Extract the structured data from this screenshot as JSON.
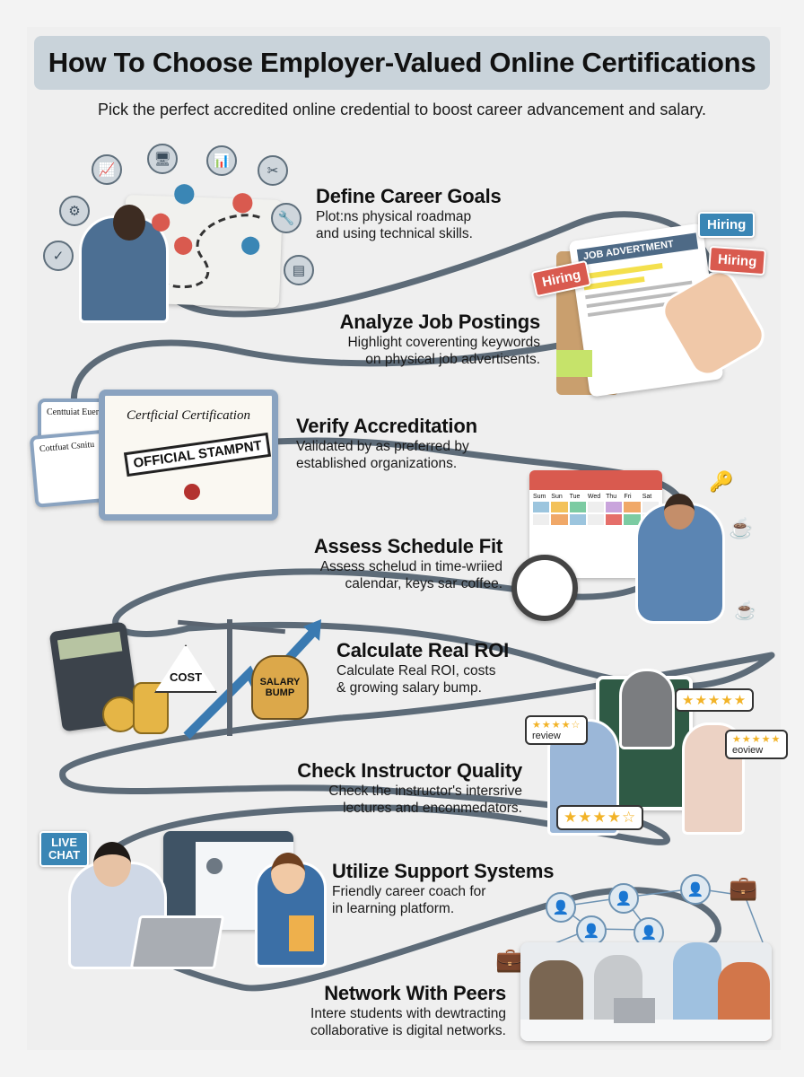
{
  "header": {
    "title": "How To Choose Employer-Valued Online Certifications",
    "subtitle": "Pick the perfect accredited online credential to boost career advancement and salary."
  },
  "colors": {
    "title_bar": "#c9d3da",
    "path": "#5d6b78",
    "accent_red": "#d95a4f",
    "accent_blue": "#3a86b5",
    "background": "#efefef"
  },
  "steps": [
    {
      "title": "Define Career Goals",
      "line1": "Plot:ns physical roadmap",
      "line2": "and using technical skills."
    },
    {
      "title": "Analyze Job Postings",
      "line1": "Highlight coverenting keywords",
      "line2": "on physical job advertisents."
    },
    {
      "title": "Verify Accreditation",
      "line1": "Validated by as preferred by",
      "line2": "established organizations."
    },
    {
      "title": "Assess Schedule Fit",
      "line1": "Assess schelud in time-wriied",
      "line2": "calendar, keys sar coffee."
    },
    {
      "title": "Calculate Real ROI",
      "line1": "Calculate Real ROI, costs",
      "line2": "& growing salary bump."
    },
    {
      "title": "Check Instructor Quality",
      "line1": "Check the instructor's intersrive",
      "line2": "lectures and enconmedators."
    },
    {
      "title": "Utilize Support Systems",
      "line1": "Friendly career coach for",
      "line2": "in learning platform."
    },
    {
      "title": "Network With Peers",
      "line1": "Intere students with dewtracting",
      "line2": "collaborative is digital networks."
    }
  ],
  "illustrations": {
    "job_ad": {
      "heading": "JOB ADVERTMENT",
      "badges": [
        "Hiring",
        "Hiring",
        "Hiring"
      ]
    },
    "certificate": {
      "heading": "Certficial Certification",
      "stamp": "OFFICIAL STAMPNT",
      "small_cert_1": "Centtuiat Euer",
      "small_cert_2": "Cottfuat Csnitu"
    },
    "calendar": {
      "days": [
        "Sum",
        "Sun",
        "Tue",
        "Wed",
        "Thu",
        "Fri",
        "Sat"
      ]
    },
    "roi": {
      "cost_label": "COST",
      "salary_label_1": "SALARY",
      "salary_label_2": "BUMP"
    },
    "reviews": {
      "review_1": "review",
      "review_2": "eoview",
      "stars_4": "★★★★☆",
      "stars_5": "★★★★★"
    },
    "support": {
      "live_chat_1": "LIVE",
      "live_chat_2": "CHAT"
    }
  }
}
